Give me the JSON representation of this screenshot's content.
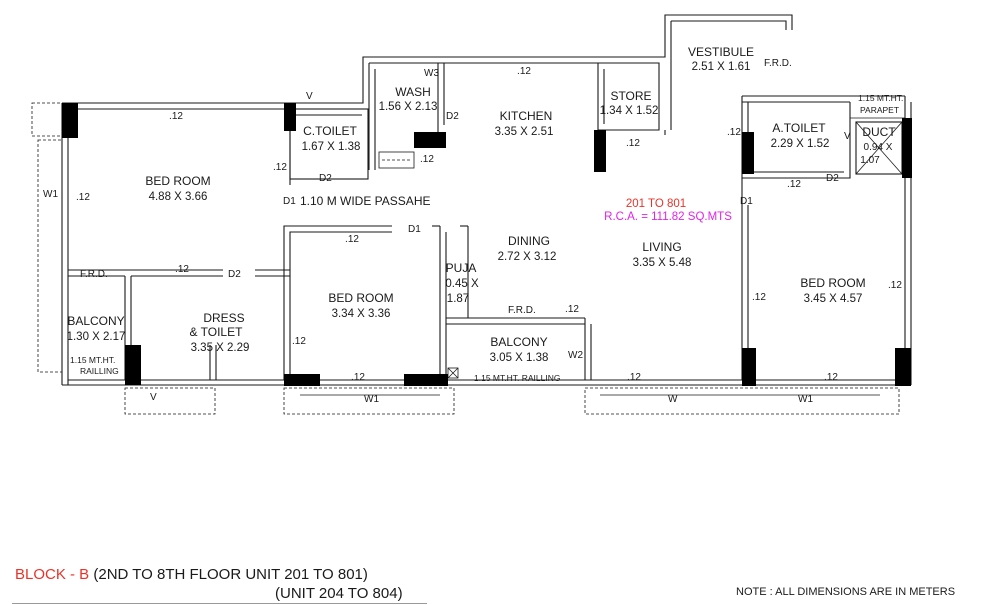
{
  "rooms": {
    "bed_room_1": {
      "name": "BED ROOM",
      "dim": "4.88 X 3.66"
    },
    "c_toilet": {
      "name": "C.TOILET",
      "dim": "1.67 X 1.38"
    },
    "wash": {
      "name": "WASH",
      "dim": "1.56 X 2.13"
    },
    "kitchen": {
      "name": "KITCHEN",
      "dim": "3.35 X 2.51"
    },
    "store": {
      "name": "STORE",
      "dim": "1.34 X 1.52"
    },
    "vestibule": {
      "name": "VESTIBULE",
      "dim": "2.51 X 1.61"
    },
    "a_toilet": {
      "name": "A.TOILET",
      "dim": "2.29 X 1.52"
    },
    "duct": {
      "name": "DUCT",
      "dim_a": "0.94 X",
      "dim_b": "1.07"
    },
    "dining": {
      "name": "DINING",
      "dim": "2.72 X 3.12"
    },
    "living": {
      "name": "LIVING",
      "dim": "3.35 X 5.48"
    },
    "puja": {
      "name": "PUJA",
      "dim_a": "0.45 X",
      "dim_b": "1.87"
    },
    "bed_room_2": {
      "name": "BED ROOM",
      "dim": "3.34 X 3.36"
    },
    "bed_room_3": {
      "name": "BED ROOM",
      "dim": "3.45 X 4.57"
    },
    "dress_toilet": {
      "name_a": "DRESS",
      "name_b": "& TOILET",
      "dim": "3.35 X 2.29"
    },
    "balcony_1": {
      "name": "BALCONY",
      "dim": "1.30 X 2.17"
    },
    "balcony_2": {
      "name": "BALCONY",
      "dim": "3.05 X 1.38"
    }
  },
  "labels": {
    "t12": ".12",
    "passage": "1.10 M WIDE PASSAHE",
    "d1": "D1",
    "d2": "D2",
    "w1": "W1",
    "w2": "W2",
    "w3": "W3",
    "w": "W",
    "v": "V",
    "frd": "F.R.D.",
    "parapet_a": "1.15 MT.HT.",
    "parapet_b": "PARAPET",
    "railling_a": "1.15 MT.HT.",
    "railling_b": "RAILLING",
    "railling_long": "1.15 MT.HT. RAILLING",
    "unit_range": "201 TO 801",
    "rca": "R.C.A. = 111.82 SQ.MTS"
  },
  "footer": {
    "block": "BLOCK - B",
    "line1": " (2ND TO 8TH FLOOR UNIT 201 TO 801)",
    "line2": "(UNIT 204 TO 804)",
    "note": "NOTE : ALL DIMENSIONS ARE IN METERS"
  },
  "colors": {
    "unit_label": "#e8332a",
    "rca_label": "#e024e8",
    "block_label": "#e8332a"
  }
}
